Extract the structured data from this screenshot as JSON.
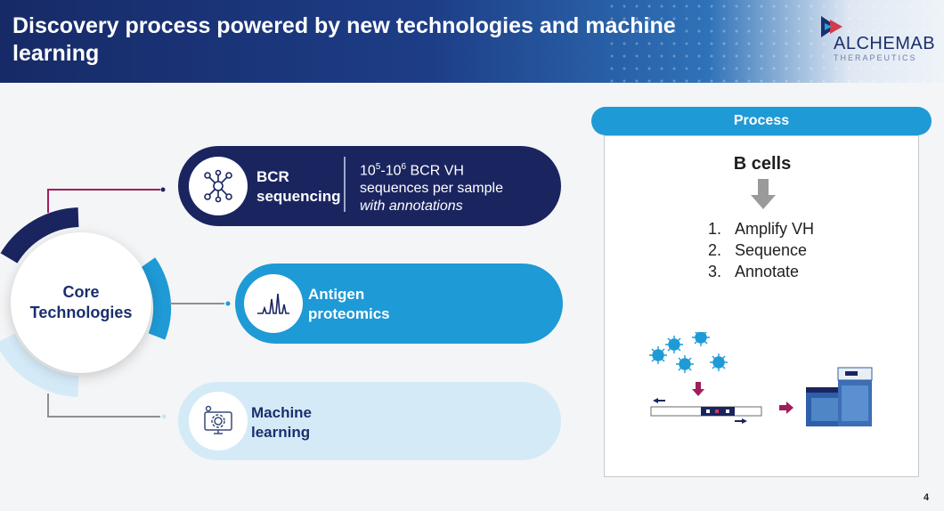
{
  "header": {
    "title": "Discovery process powered by new technologies and machine learning",
    "logo_name": "ALCHEMAB",
    "logo_sub": "THERAPEUTICS"
  },
  "core": {
    "label_line1": "Core",
    "label_line2": "Technologies"
  },
  "technologies": [
    {
      "label_line1": "BCR",
      "label_line2": "sequencing",
      "icon": "network-icon",
      "desc_line1_base1": "10",
      "desc_line1_exp1": "5",
      "desc_line1_mid": "-10",
      "desc_line1_exp2": "6",
      "desc_line1_rest": " BCR VH",
      "desc_line2": "sequences per sample",
      "desc_line3": "with annotations"
    },
    {
      "label_line1": "Antigen",
      "label_line2": "proteomics",
      "icon": "spectrum-peaks-icon"
    },
    {
      "label_line1": "Machine",
      "label_line2": "learning",
      "icon": "computer-gear-icon"
    }
  ],
  "process": {
    "header": "Process",
    "title": "B cells",
    "steps": [
      {
        "num": "1.",
        "text": "Amplify VH"
      },
      {
        "num": "2.",
        "text": "Sequence"
      },
      {
        "num": "3.",
        "text": "Annotate"
      }
    ]
  },
  "page_number": "4",
  "colors": {
    "navy": "#1a2560",
    "blue": "#1e9ad6",
    "light_blue": "#d4ebf7",
    "magenta": "#a01e5a"
  }
}
